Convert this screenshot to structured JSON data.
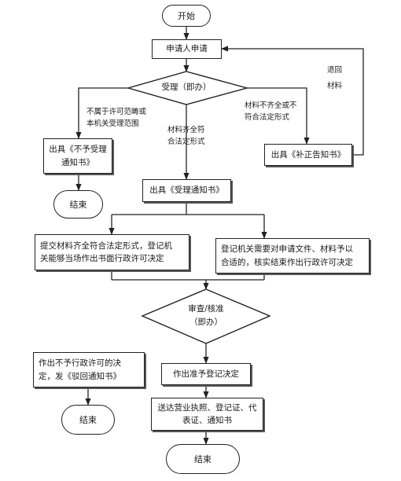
{
  "nodes": {
    "start": "开始",
    "apply": "申请人申请",
    "accept_decision": "受理（即办）",
    "not_accept_notice": "出具《不予受理\n通知书》",
    "end1": "结束",
    "correction_notice": "出具《补正告知书》",
    "accept_notice": "出具《受理通知书》",
    "on_site_decision": "提交材料齐全符合法定形式，登记机\n关能够当场作出书面行政许可决定",
    "verify_decision": "登记机关需要对申请文件、材料予以\n合适的，核实结束作出行政许可决定",
    "review_decision_line1": "审查/核准",
    "review_decision_line2": "（即办）",
    "reject_decision": "作出不予行政许可的决\n定，发《驳回通知书》",
    "end2": "结束",
    "approve_decision": "作出准予登记决定",
    "deliver": "送达营业执照、登记证、代\n表证、通知书",
    "end3": "结束"
  },
  "labels": {
    "out_of_scope": "不属于许可范畴或\n本机关受理范围",
    "materials_ok": "材料齐全符\n合法定形式",
    "materials_incomplete": "材料不齐全或不\n符合法定形式",
    "return_materials": "退回\n材料"
  }
}
